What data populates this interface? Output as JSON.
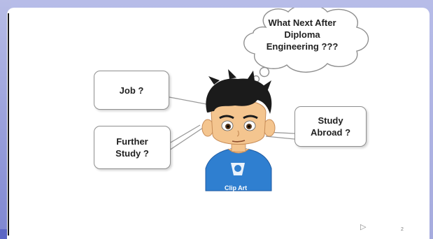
{
  "slide": {
    "thought": "What Next After\nDiploma\nEngineering ???",
    "options": {
      "job": "Job ?",
      "further_study": "Further\nStudy ?",
      "study_abroad": "Study\nAbroad ?"
    },
    "shirt_logo_text": "Clip Art",
    "page_number": "2"
  },
  "colors": {
    "background": "#b7bce8",
    "shirt": "#2f7fd0",
    "hair": "#1b1b1b",
    "skin": "#f4c58f"
  },
  "icons": {
    "cursor": "mouse-pointer-icon"
  }
}
